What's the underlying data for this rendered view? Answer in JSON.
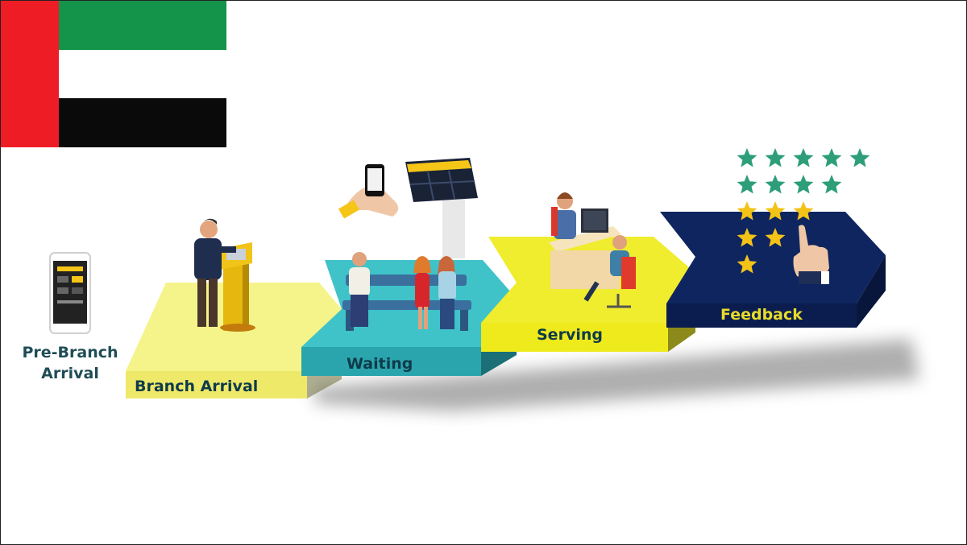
{
  "flag": {
    "colors": {
      "red": "#ee1c25",
      "green": "#14934a",
      "white": "#ffffff",
      "black": "#0a0a0a"
    }
  },
  "stages": [
    {
      "key": "pre_branch",
      "label": "Pre-Branch Arrival",
      "icon": "smartphone-icon",
      "color": ""
    },
    {
      "key": "branch_arrival",
      "label": "Branch Arrival",
      "icon": "ticket-kiosk-icon",
      "color": "#f4f48a"
    },
    {
      "key": "waiting",
      "label": "Waiting",
      "icon": "waiting-bench-icon",
      "color": "#3fc3c9"
    },
    {
      "key": "serving",
      "label": "Serving",
      "icon": "service-desk-icon",
      "color": "#f0ec2e"
    },
    {
      "key": "feedback",
      "label": "Feedback",
      "icon": "rating-stars-icon",
      "color": "#0f2560"
    }
  ],
  "rating": {
    "rows": [
      5,
      4,
      3,
      2,
      1
    ],
    "colors": {
      "upper": "#2e9e7a",
      "lower": "#f3c318"
    }
  }
}
